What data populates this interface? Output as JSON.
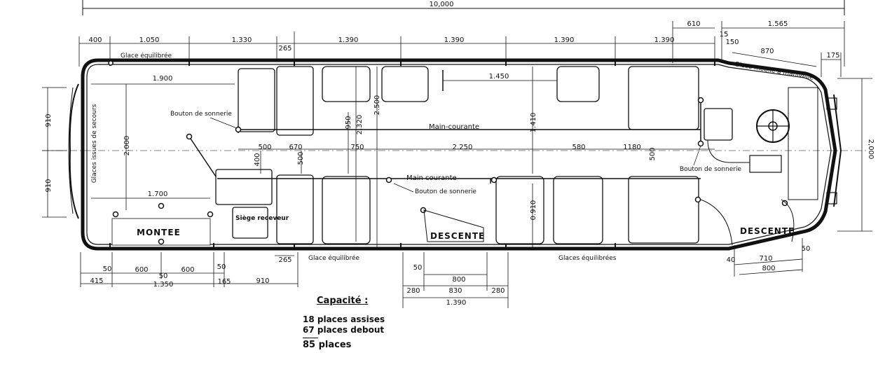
{
  "dimensions": {
    "overall_length": "10,000",
    "top": [
      "400",
      "1.050",
      "1.330",
      "265",
      "1.390",
      "1.390",
      "1.390",
      "1.390",
      "610",
      "1.565",
      "15",
      "150",
      "870",
      "175"
    ],
    "interior": [
      "1.900",
      "1.450",
      "500",
      "670",
      "750",
      "2.250",
      "580",
      "1180",
      "400",
      "500",
      "500",
      "950",
      "2.320",
      "2.500",
      "1.410",
      "0.910",
      "2.000",
      "1.700"
    ],
    "left": [
      "910",
      "910"
    ],
    "right": "2,000",
    "bottom": [
      "50",
      "600",
      "50",
      "600",
      "50",
      "415",
      "1.350",
      "165",
      "910",
      "265",
      "50",
      "800",
      "280",
      "830",
      "280",
      "1.390",
      "40",
      "710",
      "50",
      "800"
    ]
  },
  "labels": {
    "glace_top": "Glace équilibrée",
    "glace_mobile": "Glace mobile à manivelle",
    "issues_secours": "Glaces issues de secours",
    "bouton_1": "Bouton de sonnerie",
    "bouton_2": "Bouton de sonnerie",
    "bouton_3": "Bouton de sonnerie",
    "main_courante_1": "Main-courante",
    "main_courante_2": "Main courante",
    "montee": "MONTEE",
    "siege": "Siège receveur",
    "descente_1": "DESCENTE",
    "descente_2": "DESCENTE",
    "glace_bottom": "Glace équilibrée",
    "glaces_bottom": "Glaces équilibrées"
  },
  "capacity": {
    "title": "Capacité :",
    "seated": "18 places assises",
    "standing": "67 places debout",
    "total": "85 places"
  }
}
